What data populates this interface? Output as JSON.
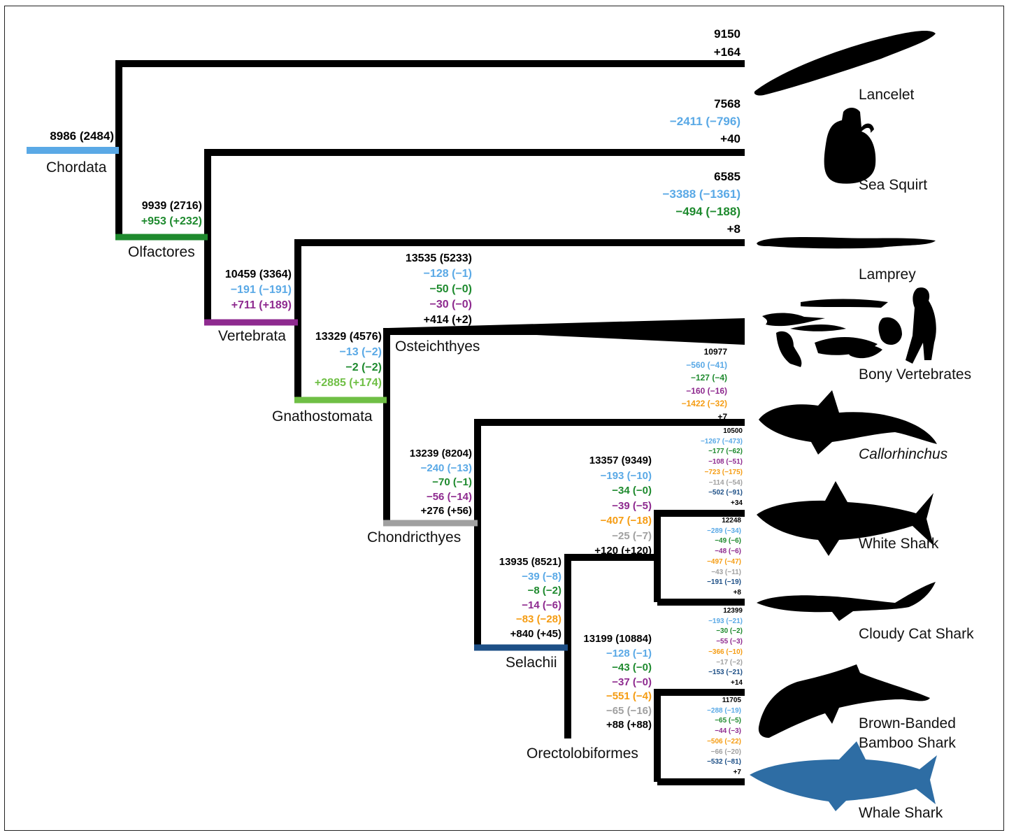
{
  "colors": {
    "black": "#000000",
    "light_blue": "#5aa9e6",
    "green": "#1e8a2e",
    "purple": "#8e2a8f",
    "light_green": "#6fbf45",
    "orange": "#f59c12",
    "gray": "#a0a0a0",
    "dark_blue": "#1d4f86",
    "whale_shark": "#2e6da4"
  },
  "clades": {
    "chordata": "Chordata",
    "olfactores": "Olfactores",
    "vertebrata": "Vertebrata",
    "gnathostomata": "Gnathostomata",
    "osteichthyes": "Osteichthyes",
    "chondricthyes": "Chondricthyes",
    "selachii": "Selachii",
    "orectolobiformes": "Orectolobiformes"
  },
  "taxa": {
    "lancelet": "Lancelet",
    "sea_squirt": "Sea Squirt",
    "lamprey": "Lamprey",
    "bony": "Bony Vertebrates",
    "callorhinchus": "Callorhinchus",
    "white_shark": "White Shark",
    "cloudy_cat_shark": "Cloudy Cat Shark",
    "bamboo_1": "Brown-Banded",
    "bamboo_2": "Bamboo Shark",
    "whale_shark": "Whale Shark"
  },
  "nodes": {
    "chordata": [
      "8986 (2484)"
    ],
    "olfactores": [
      "9939 (2716)",
      "+953 (+232)"
    ],
    "vertebrata": [
      "10459 (3364)",
      "−191 (−191)",
      "+711 (+189)"
    ],
    "gnathostomata": [
      "13329 (4576)",
      "−13 (−2)",
      "−2 (−2)",
      "+2885 (+174)"
    ],
    "osteichthyes": [
      "13535 (5233)",
      "−128 (−1)",
      "−50 (−0)",
      "−30 (−0)",
      "+414 (+2)"
    ],
    "chondricthyes": [
      "13239 (8204)",
      "−240 (−13)",
      "−70 (−1)",
      "−56 (−14)",
      "+276 (+56)"
    ],
    "selachii": [
      "13935 (8521)",
      "−39 (−8)",
      "−8 (−2)",
      "−14 (−6)",
      "−83 (−28)",
      "+840 (+45)"
    ],
    "white_cat": [
      "13357 (9349)",
      "−193 (−10)",
      "−34 (−0)",
      "−39 (−5)",
      "−407 (−18)",
      "−25 (−7)",
      "+120 (+120)"
    ],
    "orectolobiformes": [
      "13199 (10884)",
      "−128 (−1)",
      "−43 (−0)",
      "−37 (−0)",
      "−551 (−4)",
      "−65 (−16)",
      "+88 (+88)"
    ]
  },
  "leaves": {
    "lancelet": [
      "9150",
      "+164"
    ],
    "sea_squirt": [
      "7568",
      "−2411 (−796)",
      "+40"
    ],
    "lamprey": [
      "6585",
      "−3388 (−1361)",
      "−494 (−188)",
      "+8"
    ],
    "bony": [
      "10977",
      "−560 (−41)",
      "−127 (−4)",
      "−160 (−16)",
      "−1422 (−32)",
      "+7"
    ],
    "callorhinchus": [
      "10500",
      "−1267 (−473)",
      "−177 (−62)",
      "−108 (−51)",
      "−723 (−175)",
      "−114 (−54)",
      "−502 (−91)",
      "+34"
    ],
    "white_shark": [
      "12248",
      "−289 (−34)",
      "−49 (−6)",
      "−48 (−6)",
      "−497 (−47)",
      "−43 (−11)",
      "−191 (−19)",
      "+8"
    ],
    "cloudy_cat_shark": [
      "12399",
      "−193 (−21)",
      "−30 (−2)",
      "−55 (−3)",
      "−366 (−10)",
      "−17 (−2)",
      "−153 (−21)",
      "+14"
    ],
    "bamboo": [
      "11705",
      "−288 (−19)",
      "−65 (−5)",
      "−44 (−3)",
      "−506 (−22)",
      "−66 (−20)",
      "−532 (−81)",
      "+7"
    ]
  }
}
